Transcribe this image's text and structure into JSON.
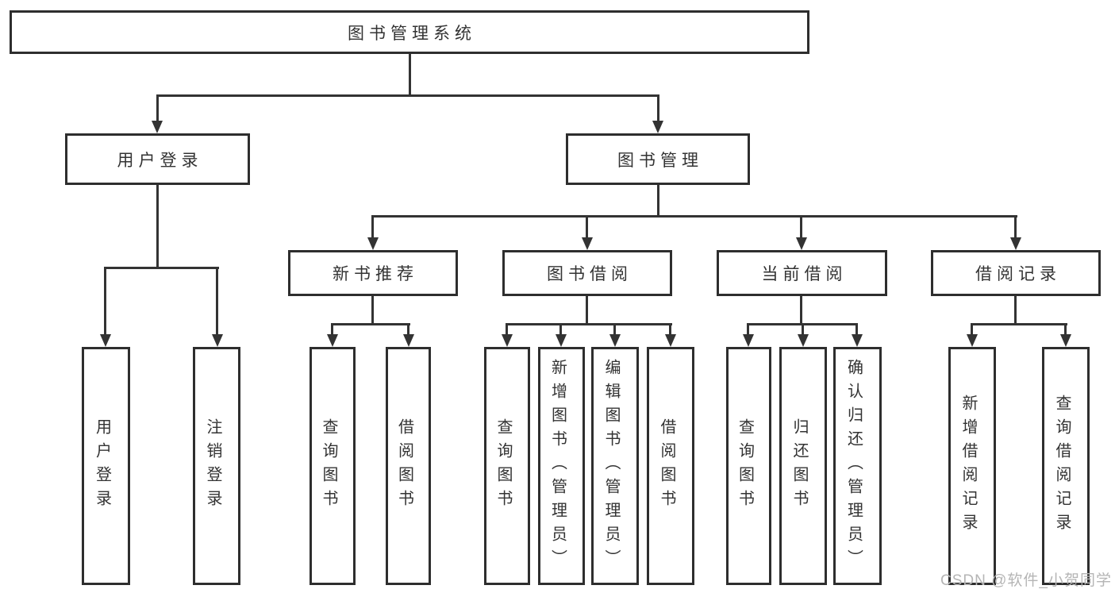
{
  "colors": {
    "line": "#333333",
    "border": "#2e2e2e",
    "text": "#333333",
    "background": "#ffffff",
    "watermark": "#b5b5b5"
  },
  "watermark": "CSDN @软件_小贺同学",
  "tree": {
    "root": {
      "label": "图书管理系统"
    },
    "branches": [
      {
        "label": "用户登录",
        "children": [
          {
            "label": "用户登录"
          },
          {
            "label": "注销登录"
          }
        ]
      },
      {
        "label": "图书管理",
        "children": [
          {
            "label": "新书推荐",
            "children": [
              {
                "label": "查询图书"
              },
              {
                "label": "借阅图书"
              }
            ]
          },
          {
            "label": "图书借阅",
            "children": [
              {
                "label": "查询图书"
              },
              {
                "label": "新增图书（管理员）"
              },
              {
                "label": "编辑图书（管理员）"
              },
              {
                "label": "借阅图书"
              }
            ]
          },
          {
            "label": "当前借阅",
            "children": [
              {
                "label": "查询图书"
              },
              {
                "label": "归还图书"
              },
              {
                "label": "确认归还（管理员）"
              }
            ]
          },
          {
            "label": "借阅记录",
            "children": [
              {
                "label": "新增借阅记录"
              },
              {
                "label": "查询借阅记录"
              }
            ]
          }
        ]
      }
    ]
  }
}
